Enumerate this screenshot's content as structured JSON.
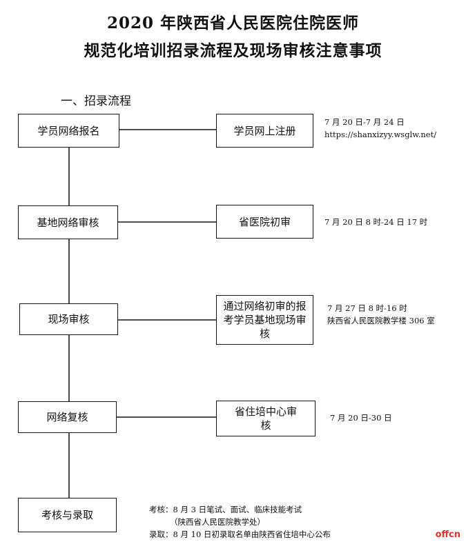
{
  "title": {
    "line1": "2020 年陕西省人民医院住院医师",
    "line2": "规范化培训招录流程及现场审核注意事项"
  },
  "section_heading": "一、招录流程",
  "steps": [
    {
      "left": "学员网络报名",
      "right": "学员网上注册",
      "note": [
        "7 月 20 日-7 月 24 日",
        "https://shanxizyy.wsglw.net/"
      ]
    },
    {
      "left": "基地网络审核",
      "right": "省医院初审",
      "note": [
        "7 月 20 日 8 时-24 日 17 时"
      ]
    },
    {
      "left": "现场审核",
      "right": "通过网络初审的报考学员基地现场审核",
      "note": [
        "7 月 27 日 8 时-16 时",
        "陕西省人民医院教学楼 306 室"
      ]
    },
    {
      "left": "网络复核",
      "right": "省住培中心审核",
      "note": [
        "7 月 20 日-30 日"
      ]
    },
    {
      "left": "考核与录取",
      "note": [
        "考核：8 月 3 日笔试、面试、临床技能考试",
        "（陕西省人民医院教学处）",
        "录取：8 月 10 日初录取名单由陕西省住培中心公布"
      ]
    }
  ],
  "watermark": "offcn",
  "colors": {
    "line": "#111111",
    "watermark": "#dd3333"
  }
}
